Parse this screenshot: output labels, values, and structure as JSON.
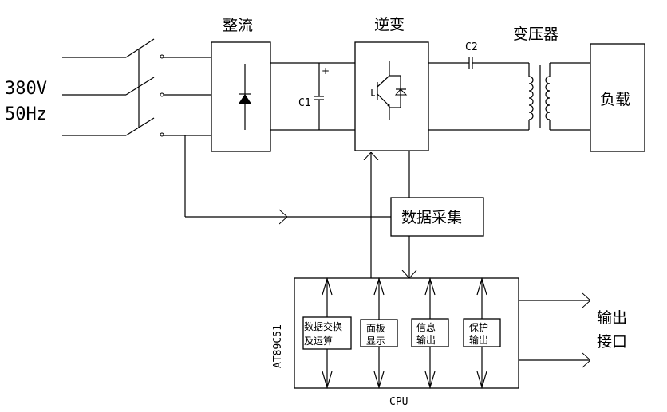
{
  "diagram": {
    "input": {
      "voltage": "380V",
      "frequency": "50Hz"
    },
    "blocks": {
      "rectifier": "整流",
      "inverter": "逆变",
      "transformer": "变压器",
      "load": "负载",
      "data_acquisition": "数据采集",
      "output_interface": [
        "输出",
        "接口"
      ]
    },
    "components": {
      "c1": "C1",
      "c2": "C2",
      "c1_polarity": "+"
    },
    "cpu": {
      "label": "CPU",
      "chip": "AT89C51",
      "modules": [
        {
          "line1": "数据交换",
          "line2": "及运算"
        },
        {
          "line1": "面板",
          "line2": "显示"
        },
        {
          "line1": "信息",
          "line2": "输出"
        },
        {
          "line1": "保护",
          "line2": "输出"
        }
      ]
    }
  }
}
